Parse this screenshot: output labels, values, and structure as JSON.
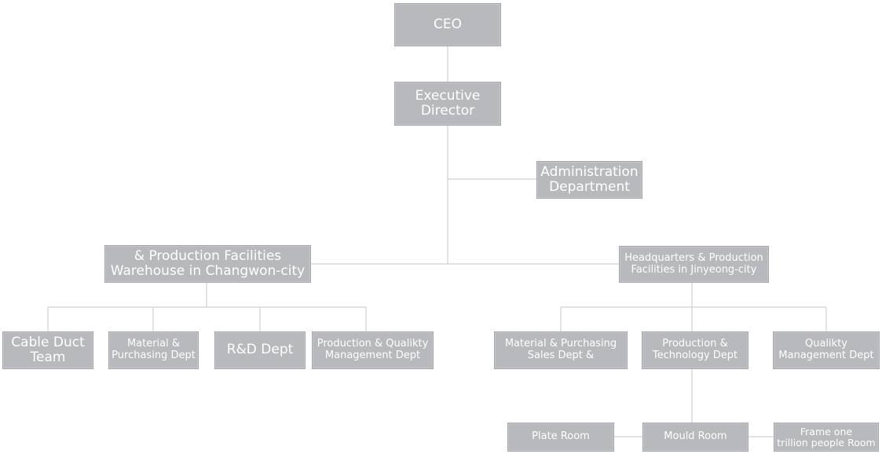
{
  "colors": {
    "box_fill": "#b8b9bd",
    "box_border": "#a4a6ab",
    "text": "#ffffff",
    "connector": "#cfd0d2",
    "background": "#ffffff"
  },
  "org_chart": {
    "ceo": "CEO",
    "executive_director": "Executive\nDirector",
    "administration": "Administration\nDepartment",
    "changwon": {
      "label": "& Production Facilities\nWarehouse in Changwon-city",
      "departments": [
        "Cable Duct\nTeam",
        "Material &\nPurchasing Dept",
        "R&D Dept",
        "Production & Qualikty\nManagement Dept"
      ]
    },
    "jinyeong": {
      "label": "Headquarters & Production\nFacilities in Jinyeong-city",
      "departments": [
        "Material & Purchasing\nSales Dept &",
        "Production &\nTechnology  Dept",
        "Qualikty\nManagement Dept"
      ],
      "rooms": [
        "Plate Room",
        "Mould Room",
        "Frame one\ntrillion people Room"
      ]
    }
  }
}
